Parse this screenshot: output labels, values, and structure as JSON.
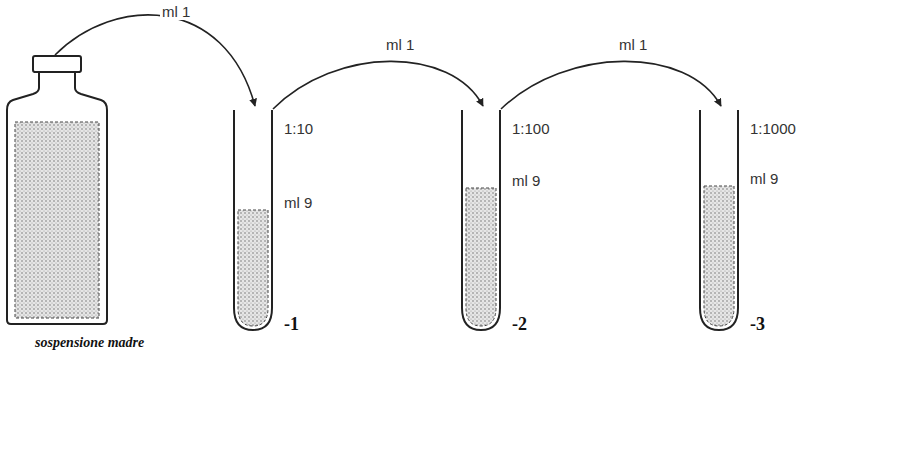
{
  "diagram": {
    "nodes": [
      {
        "text": [
          "sospensione madre"
        ]
      },
      {
        "text": [
          "1:10",
          "ml 9",
          "-1"
        ]
      },
      {
        "text": [
          "1:100",
          "ml 9",
          "-2"
        ]
      },
      {
        "text": [
          "1:1000",
          "ml 9",
          "-3"
        ]
      }
    ],
    "edges": [
      {
        "from": 0,
        "to": 1,
        "arrow": "to",
        "label": "ml 1"
      },
      {
        "from": 1,
        "to": 2,
        "arrow": "to",
        "label": "ml 1"
      },
      {
        "from": 2,
        "to": 3,
        "arrow": "to",
        "label": "ml 1"
      }
    ]
  }
}
